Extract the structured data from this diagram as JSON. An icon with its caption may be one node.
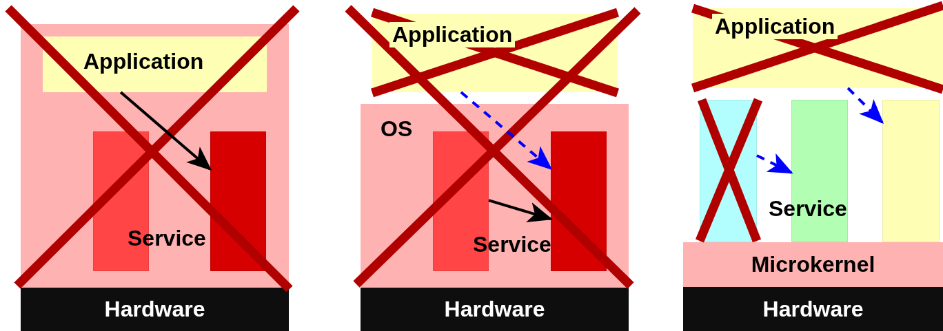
{
  "diagram": {
    "nodes": [
      {
        "text": [],
        "shape": "box"
      },
      {
        "text": [
          "Application"
        ],
        "in": 0
      },
      {
        "text": [],
        "shape": "bar",
        "in": 0
      },
      {
        "text": [],
        "shape": "bar",
        "in": 0
      },
      {
        "text": [
          "Hardware"
        ]
      },
      {
        "text": [
          "Application"
        ]
      },
      {
        "text": [
          "OS"
        ]
      },
      {
        "text": [],
        "shape": "bar",
        "in": 6
      },
      {
        "text": [],
        "shape": "bar",
        "in": 6
      },
      {
        "text": [
          "Hardware"
        ]
      },
      {
        "text": [
          "Application"
        ]
      },
      {
        "text": [],
        "shape": "bar"
      },
      {
        "text": [],
        "shape": "bar"
      },
      {
        "text": [],
        "shape": "bar"
      },
      {
        "text": [
          "Microkernel"
        ]
      },
      {
        "text": [
          "Hardware"
        ]
      }
    ],
    "edges": [
      {
        "from": 1,
        "to": 3,
        "arrow": "to",
        "color": "#000000"
      },
      {
        "from": 5,
        "to": 8,
        "arrow": "to",
        "style": "dashed"
      },
      {
        "from": 7,
        "to": 8,
        "arrow": "to",
        "color": "#000000"
      },
      {
        "from": 10,
        "to": 13,
        "arrow": "to",
        "style": "dashed"
      },
      {
        "from": 11,
        "to": 12,
        "arrow": "to",
        "style": "dashed"
      }
    ],
    "labels": [
      "Service",
      "Service",
      "Service"
    ]
  }
}
